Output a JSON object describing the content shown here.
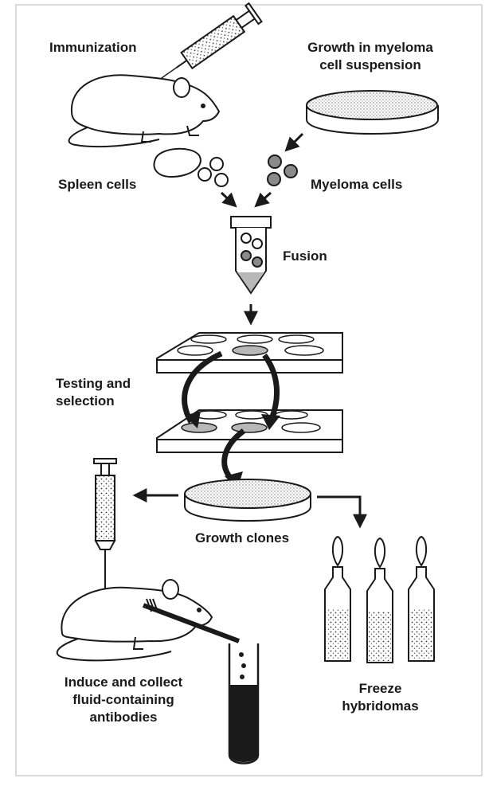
{
  "labels": {
    "immunization": "Immunization",
    "growth_myeloma_1": "Growth in myeloma",
    "growth_myeloma_2": "cell suspension",
    "spleen_cells": "Spleen cells",
    "myeloma_cells": "Myeloma cells",
    "fusion": "Fusion",
    "testing_1": "Testing and",
    "testing_2": "selection",
    "growth_clones": "Growth clones",
    "induce_1": "Induce and collect",
    "induce_2": "fluid-containing",
    "induce_3": "antibodies",
    "freeze_1": "Freeze",
    "freeze_2": "hybridomas"
  },
  "colors": {
    "ink": "#1a1a1a",
    "background": "#ffffff",
    "well_fill": "#b8b8b8",
    "myeloma_cell": "#8a8a8a",
    "fluid_dark": "#1a1a1a"
  },
  "icons": [
    "syringe-icon",
    "mouse-icon",
    "petri-dish-icon",
    "spleen-icon",
    "cell-icon",
    "test-tube-icon",
    "well-plate-icon",
    "ampoule-icon",
    "arrow-icon"
  ]
}
